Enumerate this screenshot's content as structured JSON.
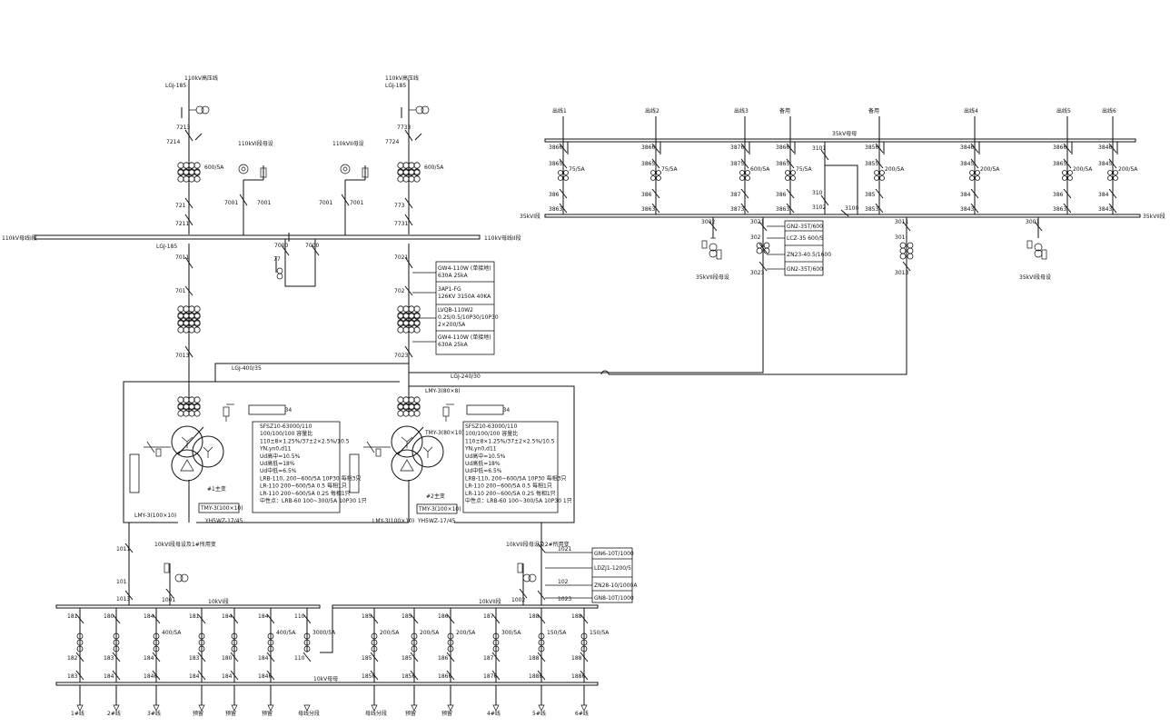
{
  "labels": {
    "hv_line_1": "110kV高压线",
    "hv_line_2": "110kV高压线",
    "cable_1": "LGJ-185",
    "cable_2": "LGJ-185",
    "bus_110_1": "110kV母线I段",
    "bus_110_2": "110kV母线II段",
    "pt_110_1": "110kVI段母设",
    "pt_110_2": "110kVII母设",
    "lgj_185_lower": "LGJ-185",
    "lgj_400": "LGJ-400/35",
    "lgj_240": "LGJ-240/30",
    "lmy_top": "LMY-3(80×8)",
    "tmy_right": "TMY-3(80×10)",
    "hy_1": "HY5WZ-51/134",
    "hy_2": "HY5WZ-51/134",
    "tr1_name": "#1主变",
    "tr2_name": "#2主变",
    "tmy_1": "TMY-3(100×10)",
    "tmy_2": "TMY-3(100×10)",
    "yh_1": "YH5WZ-17/45",
    "yh_2": "YH5WZ-17/45",
    "lmy_1": "LMY-3(100×10)",
    "lmy_2": "LMY-3(100×10)",
    "bus_35_top": "35kV母母",
    "bus_35_lower_left": "35kVI段",
    "bus_35_lower_right": "35kVII段",
    "pt_35_1": "35kVII段母设",
    "pt_35_2": "35kVI段母设",
    "pt_10_1": "10kVI段母设及1#所用变",
    "pt_10_2": "10kVII段母设及2#所用变",
    "bus_10_1": "10kVI段",
    "bus_10_2": "10kVII段",
    "bus_10_bottom": "10kV母母"
  },
  "line_110": {
    "left": [
      "7213",
      "7214",
      "600/5A",
      "721",
      "7211",
      "7011",
      "701",
      "7013",
      "7001",
      "7001",
      "7000",
      "77"
    ],
    "right": [
      "7733",
      "7724",
      "600/5A",
      "773",
      "7731",
      "7021",
      "702",
      "7023",
      "7001",
      "7001",
      "7000"
    ]
  },
  "transformer_spec": [
    "SFSZ10-63000/110",
    "100/100/100   容量比",
    "110±8×1.25%/37±2×2.5%/10.5",
    "YN,yn0,d11",
    "Ud高中=10.5%",
    "Ud高低=18%",
    "Ud中低=6.5%",
    "LRB-110, 200~600/5A 10P30 每相3只",
    "LR-110  200~600/5A  0.5   每相1只",
    "LR-110  200~600/5A  0.2S  每相1只",
    "中性点：LRB-60 100~300/5A  10P30  1只"
  ],
  "eq_110": [
    "GW4-110W (单接地)",
    "630A 25kA",
    "3AP1-FG",
    "126KV  3150A 40KA",
    "LVQB-110W2",
    "0.2S/0.5/10P30/10P30",
    "2×200/5A",
    "GW4-110W (单接地)",
    "630A 25kA"
  ],
  "eq_35": [
    "GN2-35T/600",
    "LCZ-35 600/5",
    "ZN23-40.5/1600",
    "GN2-35T/600"
  ],
  "eq_10": [
    "GN6-10T/1000",
    "LDZJ1-1200/5",
    "ZN28-10/1000A",
    "GN8-10T/1000"
  ],
  "feeders_35": [
    {
      "label": "出线1",
      "codes": [
        "3866",
        "3865",
        "386",
        "3863"
      ],
      "ct": "75/5A"
    },
    {
      "label": "出线2",
      "codes": [
        "3866",
        "3865",
        "386",
        "3863"
      ],
      "ct": "75/5A"
    },
    {
      "label": "出线3",
      "codes": [
        "3876",
        "3875",
        "387",
        "3873"
      ],
      "ct": "600/5A"
    },
    {
      "label": "备用",
      "codes": [
        "3866",
        "3865",
        "386",
        "3863"
      ],
      "ct": "75/5A"
    },
    {
      "label": "备用",
      "codes": [
        "3856",
        "3855",
        "385",
        "3853"
      ],
      "ct": "200/5A"
    },
    {
      "label": "出线4",
      "codes": [
        "3846",
        "3845",
        "384",
        "3843"
      ],
      "ct": "200/5A"
    },
    {
      "label": "出线5",
      "codes": [
        "3866",
        "3865",
        "386",
        "3863"
      ],
      "ct": "200/5A"
    },
    {
      "label": "出线6",
      "codes": [
        "3846",
        "3845",
        "384",
        "3843"
      ],
      "ct": "200/5A"
    }
  ],
  "tie_35": [
    "3101",
    "310",
    "3102",
    "3100"
  ],
  "incomers_35": [
    "3002",
    "3021",
    "302",
    "3023",
    "3011",
    "301",
    "3013",
    "3001"
  ],
  "feeders_10_left": [
    {
      "label": "1#线",
      "codes": [
        "181",
        "182",
        "183"
      ],
      "ct": ""
    },
    {
      "label": "2#线",
      "codes": [
        "180",
        "183",
        "184"
      ],
      "ct": ""
    },
    {
      "label": "3#线",
      "codes": [
        "184",
        "184",
        "1846"
      ],
      "ct": "400/5A"
    },
    {
      "label": "预留",
      "codes": [
        "181",
        "183",
        "184"
      ],
      "ct": ""
    },
    {
      "label": "预留",
      "codes": [
        "184",
        "180",
        "184"
      ],
      "ct": ""
    },
    {
      "label": "预留",
      "codes": [
        "184",
        "184",
        "1846"
      ],
      "ct": "400/5A"
    },
    {
      "label": "母线分段",
      "codes": [
        "110",
        "110",
        ""
      ],
      "ct": "3000/5A"
    }
  ],
  "feeders_10_right": [
    {
      "label": "母线分段",
      "codes": [
        "185",
        "185",
        "1856"
      ],
      "ct": "200/5A"
    },
    {
      "label": "预留",
      "codes": [
        "185",
        "185",
        "1856"
      ],
      "ct": "200/5A"
    },
    {
      "label": "预留",
      "codes": [
        "186",
        "186",
        "1866"
      ],
      "ct": "200/5A"
    },
    {
      "label": "4#线",
      "codes": [
        "187",
        "187",
        "1876"
      ],
      "ct": "300/5A"
    },
    {
      "label": "5#线",
      "codes": [
        "188",
        "188",
        "1886"
      ],
      "ct": "150/5A"
    },
    {
      "label": "6#线",
      "codes": [
        "188",
        "188",
        "1886"
      ],
      "ct": "150/5A"
    }
  ],
  "incomers_10": [
    "1011",
    "101",
    "1013",
    "1001",
    "1021",
    "102",
    "1023",
    "1002"
  ]
}
